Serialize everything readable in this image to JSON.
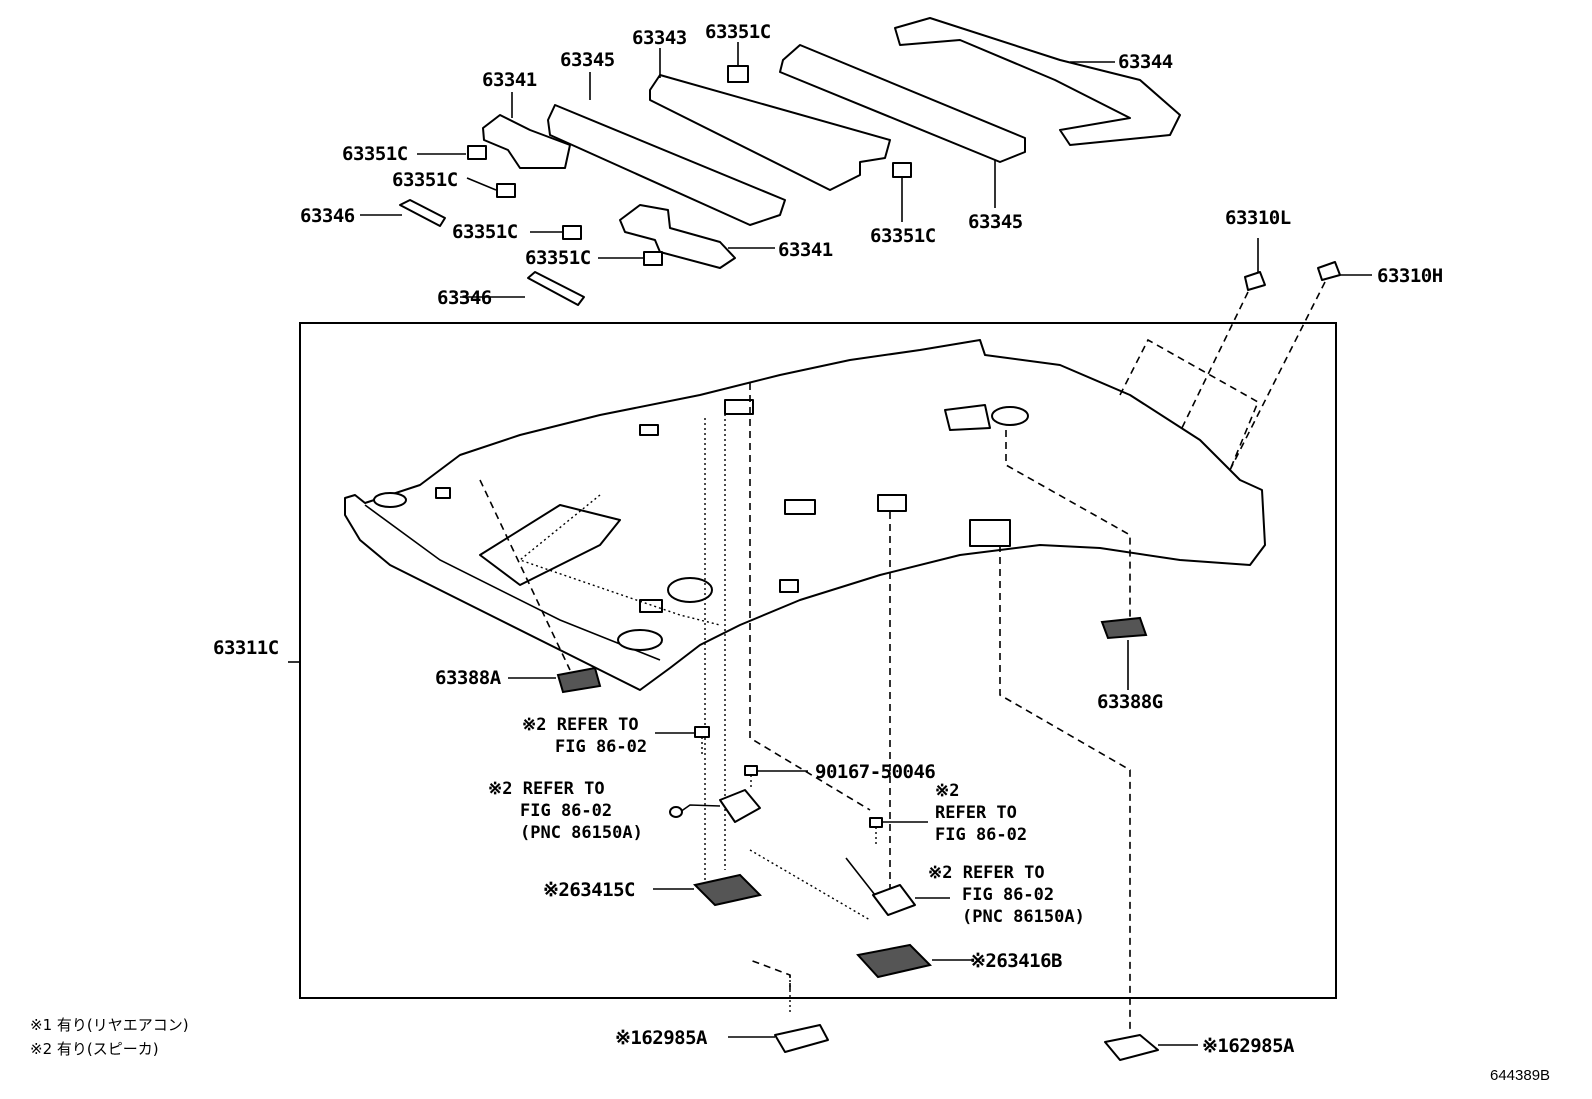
{
  "diagram": {
    "labels": {
      "p63344": "63344",
      "p63343": "63343",
      "p63351c_top": "63351C",
      "p63345_top": "63345",
      "p63341_top": "63341",
      "p63351c_a": "63351C",
      "p63351c_b": "63351C",
      "p63346_a": "63346",
      "p63351c_c": "63351C",
      "p63351c_d": "63351C",
      "p63341_mid": "63341",
      "p63346_b": "63346",
      "p63351c_e": "63351C",
      "p63345_right": "63345",
      "p63310l": "63310L",
      "p63310h": "63310H",
      "p63311c": "63311C",
      "p63388a": "63388A",
      "p63388g": "63388G",
      "p90167": "90167-50046",
      "p63415c": "※263415C",
      "p63416b": "※263416B",
      "p62985a_left": "※162985A",
      "p62985a_right": "※162985A"
    },
    "refs": {
      "ref1_line1": "※2 REFER TO",
      "ref1_line2": "FIG 86-02",
      "ref2_line1": "※2 REFER TO",
      "ref2_line2": "FIG 86-02",
      "ref2_line3": "(PNC 86150A)",
      "ref3_line1": "※2",
      "ref3_line2": "REFER TO",
      "ref3_line3": "FIG 86-02",
      "ref4_line1": "※2 REFER TO",
      "ref4_line2": "FIG 86-02",
      "ref4_line3": "(PNC 86150A)"
    },
    "notes": {
      "note1": "※1 有り(リヤエアコン)",
      "note2": "※2 有り(スピーカ)"
    },
    "figure_id": "644389B"
  }
}
